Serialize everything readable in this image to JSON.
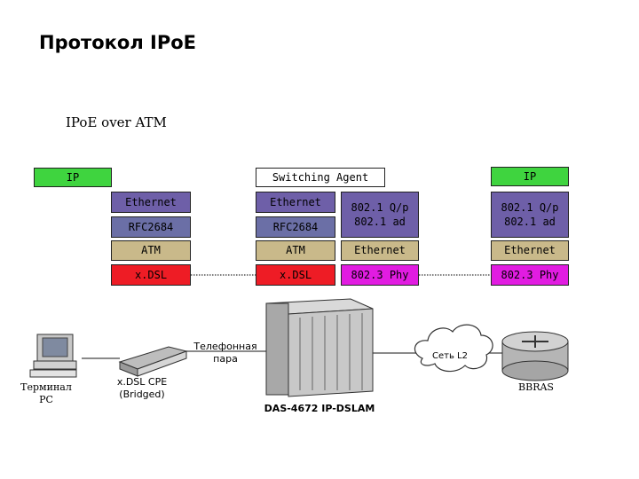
{
  "title": "Протокол IPoE",
  "subtitle": "IPoE over ATM",
  "stack": {
    "left_ip": "IP",
    "switching_agent": "Switching Agent",
    "right_ip": "IP",
    "cpe_col": [
      "Ethernet",
      "RFC2684",
      "ATM",
      "x.DSL"
    ],
    "dslam_col": [
      "Ethernet",
      "RFC2684",
      "ATM",
      "x.DSL"
    ],
    "dslam_right_col": [
      "802.1 Q/p\n802.1 ad",
      "Ethernet",
      "802.3 Phy"
    ],
    "bras_col": [
      "802.1 Q/p\n802.1 ad",
      "Ethernet",
      "802.3 Phy"
    ]
  },
  "devices": {
    "pc_label": "Терминал\nPC",
    "cpe_label": "x.DSL CPE\n(Bridged)",
    "phone_label": "Телефонная\nпара",
    "dslam_label": "DAS-4672  IP-DSLAM",
    "cloud_label": "Сеть L2",
    "bras_label": "BBRAS"
  },
  "colors": {
    "ip": "#3fd43f",
    "ethernet": "#6e5fa8",
    "rfc2684": "#6b6fa6",
    "atm": "#c9b98a",
    "xdsl": "#ee1c25",
    "phy": "#e11ce1"
  }
}
